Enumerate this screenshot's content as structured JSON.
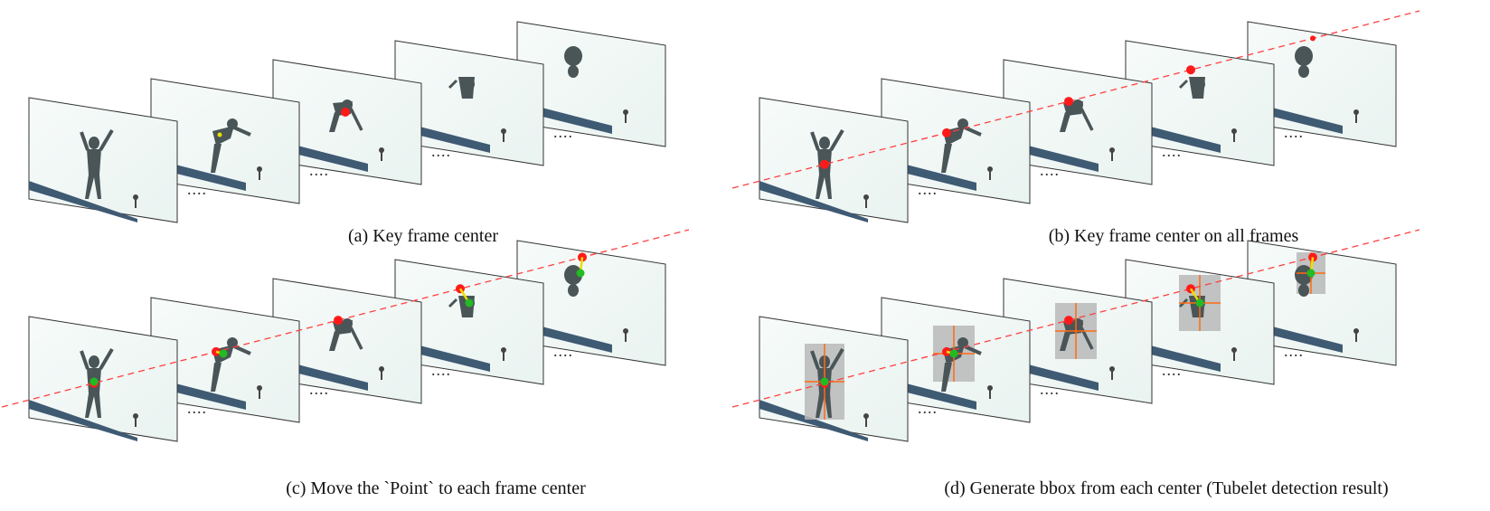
{
  "panels": [
    {
      "id": "a",
      "caption": "(a) Key frame center"
    },
    {
      "id": "b",
      "caption": "(b) Key frame center on all frames"
    },
    {
      "id": "c",
      "caption": "(c) Move the `Point` to each frame center"
    },
    {
      "id": "d",
      "caption": "(d) Generate bbox from each center (Tubelet detection result)"
    }
  ],
  "ellipsis": "....",
  "colors": {
    "center_point": "#ff1a1a",
    "trajectory_line": "#ff4040",
    "moved_point": "#22bb22",
    "motion_arrow": "#e8e000",
    "bbox_fill": "#b8b8b8",
    "bbox_cross": "#ff6a10",
    "frame_bg": "#f2f8f6",
    "diver_silhouette": "#4a5558",
    "board": "#3f5a73"
  },
  "icons": [
    "diver-silhouette",
    "diving-board",
    "red-center-dot",
    "green-moved-dot",
    "yellow-arrow",
    "bbox-crosshair"
  ]
}
